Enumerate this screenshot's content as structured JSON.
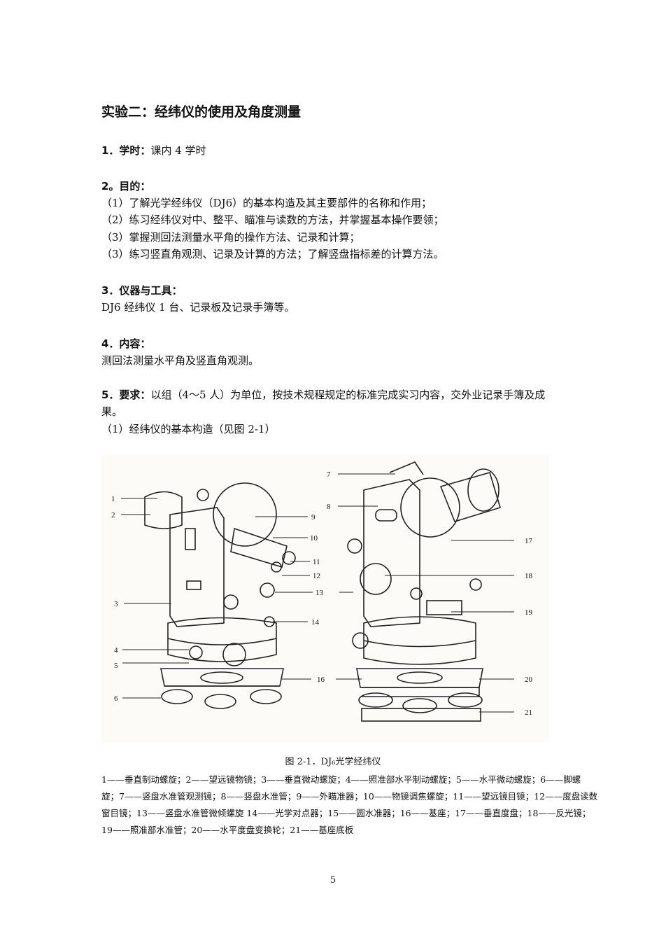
{
  "title": "实验二：经纬仪的使用及角度测量",
  "s1": {
    "head": "1．学时：",
    "body": "课内 4 学时"
  },
  "s2": {
    "head": "2。目的：",
    "items": [
      "（1）了解光学经纬仪（DJ6）的基本构造及其主要部件的名称和作用；",
      "（2）练习经纬仪对中、整平、瞄准与读数的方法，并掌握基本操作要领；",
      "（3）掌握测回法测量水平角的操作方法、记录和计算；",
      "（3）练习竖直角观测、记录及计算的方法；了解竖盘指标差的计算方法。"
    ]
  },
  "s3": {
    "head": "3．仪器与工具：",
    "body": "DJ6 经纬仪 1 台、记录板及记录手簿等。"
  },
  "s4": {
    "head": "4．内容：",
    "body": "测回法测量水平角及竖直角观测。"
  },
  "s5": {
    "head": "5．要求：",
    "body1": "以组（4～5 人）为单位，按技术规程规定的标准完成实习内容，交外业记录手簿及成",
    "body2": "果。",
    "body3": "（1）经纬仪的基本构造（见图 2-1）"
  },
  "figure": {
    "labels_left": [
      "1",
      "2",
      "3",
      "4",
      "5",
      "6",
      "9",
      "10",
      "11",
      "12",
      "13",
      "14",
      "16"
    ],
    "labels_right": [
      "7",
      "8",
      "17",
      "18",
      "19",
      "20",
      "21"
    ],
    "caption": "图 2-1．DJ₆光学经纬仪",
    "legend": "1——垂直制动螺旋；2——望远镜物镜；3——垂直微动螺旋；4——照准部水平制动螺旋；5——水平微动螺旋；6——脚螺旋；7——竖盘水准管观测镜；8——竖盘水准管；9——外瞄准器；10——物镜调焦螺旋；11——望远镜目镜；12——度盘读数窗目镜；13——竖盘水准管微倾螺旋 14——光学对点器；15——圆水准器；16——基座；17——垂直度盘；18——反光镜；19——照准部水准管；20——水平度盘变换轮；21——基座底板"
  },
  "page_number": "5"
}
